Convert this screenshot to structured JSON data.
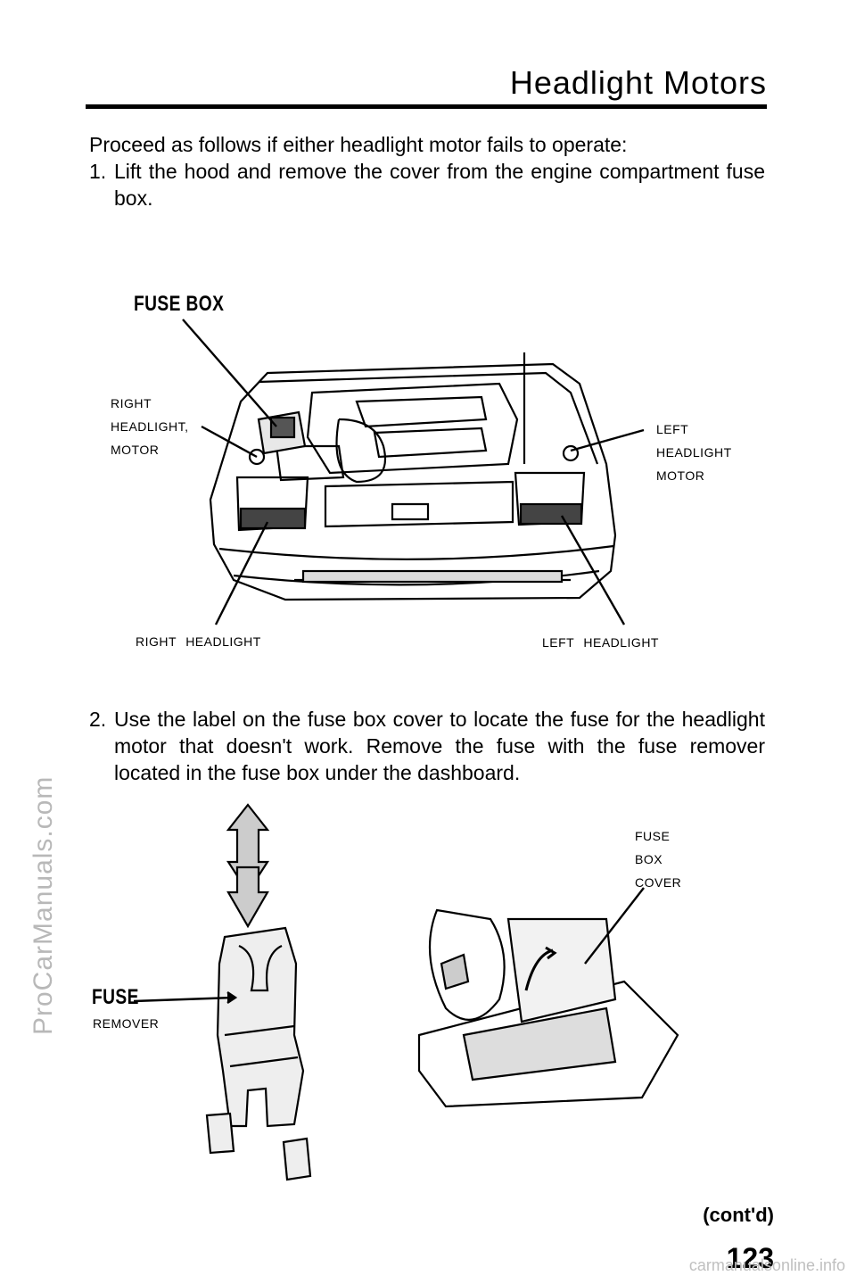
{
  "page": {
    "title": "Headlight Motors",
    "intro": "Proceed as follows if either headlight motor fails to operate:",
    "step1": {
      "number": "1.",
      "text": "Lift the hood and remove the cover from the engine compartment fuse box."
    },
    "step2": {
      "number": "2.",
      "text": "Use the label on the fuse box cover to locate the fuse for the headlight motor that doesn't work. Remove the fuse with the fuse remover located in the fuse box under the dashboard."
    },
    "contd": "(cont'd)",
    "page_number": "123"
  },
  "figure1": {
    "fuse_box_label": "FUSE BOX",
    "right_motor_label": [
      "RIGHT",
      "HEADLIGHT,",
      "MOTOR"
    ],
    "left_motor_label": [
      "LEFT",
      "HEADLIGHT",
      "MOTOR"
    ],
    "right_headlight_label": "RIGHT HEADLIGHT",
    "left_headlight_label": "LEFT HEADLIGHT"
  },
  "figure2": {
    "fuse_label": "FUSE",
    "remover_label": "REMOVER",
    "cover_label": [
      "FUSE",
      "BOX",
      "COVER"
    ]
  },
  "watermarks": {
    "side": "ProCarManuals.com",
    "bottom": "carmanualsonline.info"
  }
}
